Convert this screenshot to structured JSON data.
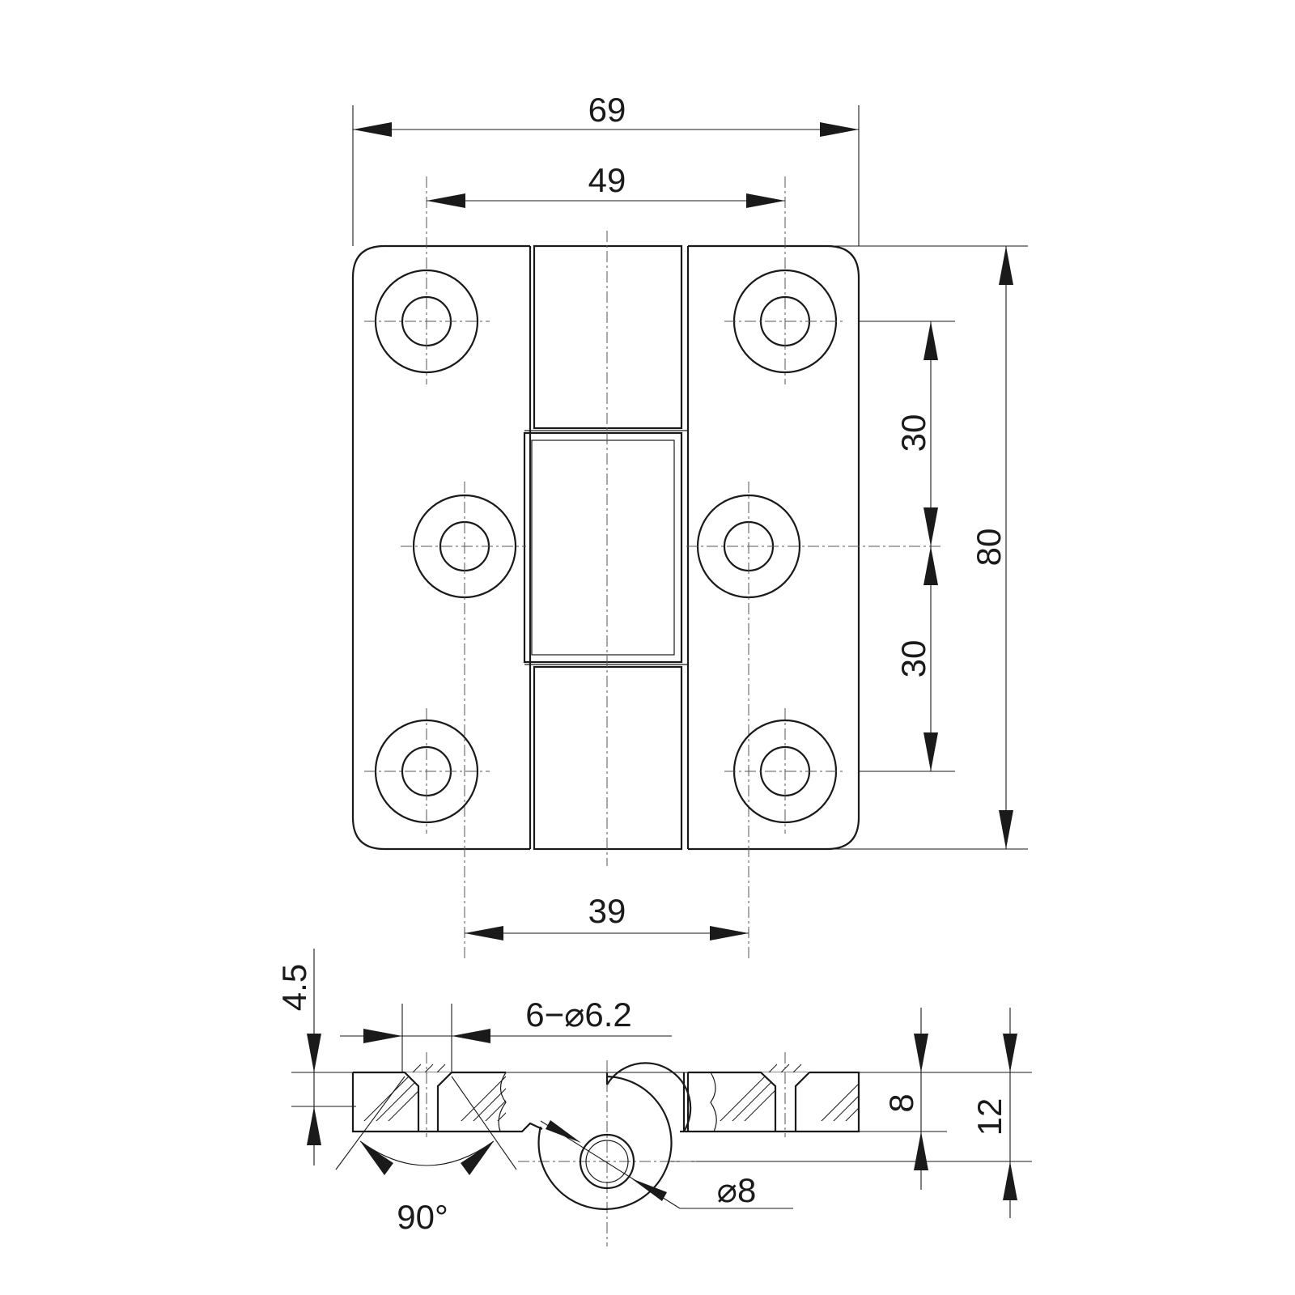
{
  "drawing": {
    "top_view": {
      "overall_width": "69",
      "hole_span_outer": "49",
      "hole_span_middle": "39",
      "hole_pitch_upper": "30",
      "hole_pitch_lower": "30",
      "overall_height": "80"
    },
    "side_view": {
      "counterbore_depth": "4.5",
      "hole_callout": "6−⌀6.2",
      "countersink_angle": "90°",
      "leaf_thickness": "8",
      "total_height": "12",
      "pin_diameter": "⌀8"
    }
  }
}
